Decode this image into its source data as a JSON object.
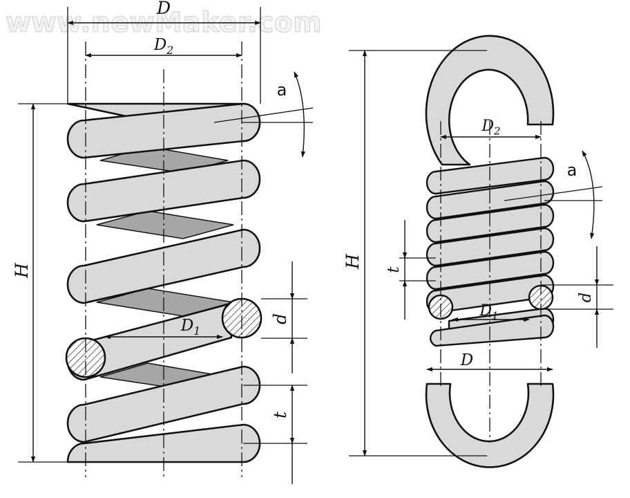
{
  "watermark": "www.newMaker.com",
  "compression_spring": {
    "labels": {
      "outer_diameter": "D",
      "mean_diameter": "D2",
      "inner_diameter": "D1",
      "free_height": "H",
      "wire_diameter": "d",
      "pitch": "t",
      "helix_angle": "a"
    }
  },
  "extension_spring": {
    "labels": {
      "outer_diameter": "D",
      "mean_diameter": "D2",
      "inner_diameter": "D1",
      "free_height": "H",
      "wire_diameter": "d",
      "pitch": "t",
      "helix_angle": "a"
    }
  },
  "colors": {
    "wire_fill": "#d9d9d9",
    "inner_shade": "#a6a6a6",
    "outline": "#111111",
    "background": "#ffffff"
  }
}
